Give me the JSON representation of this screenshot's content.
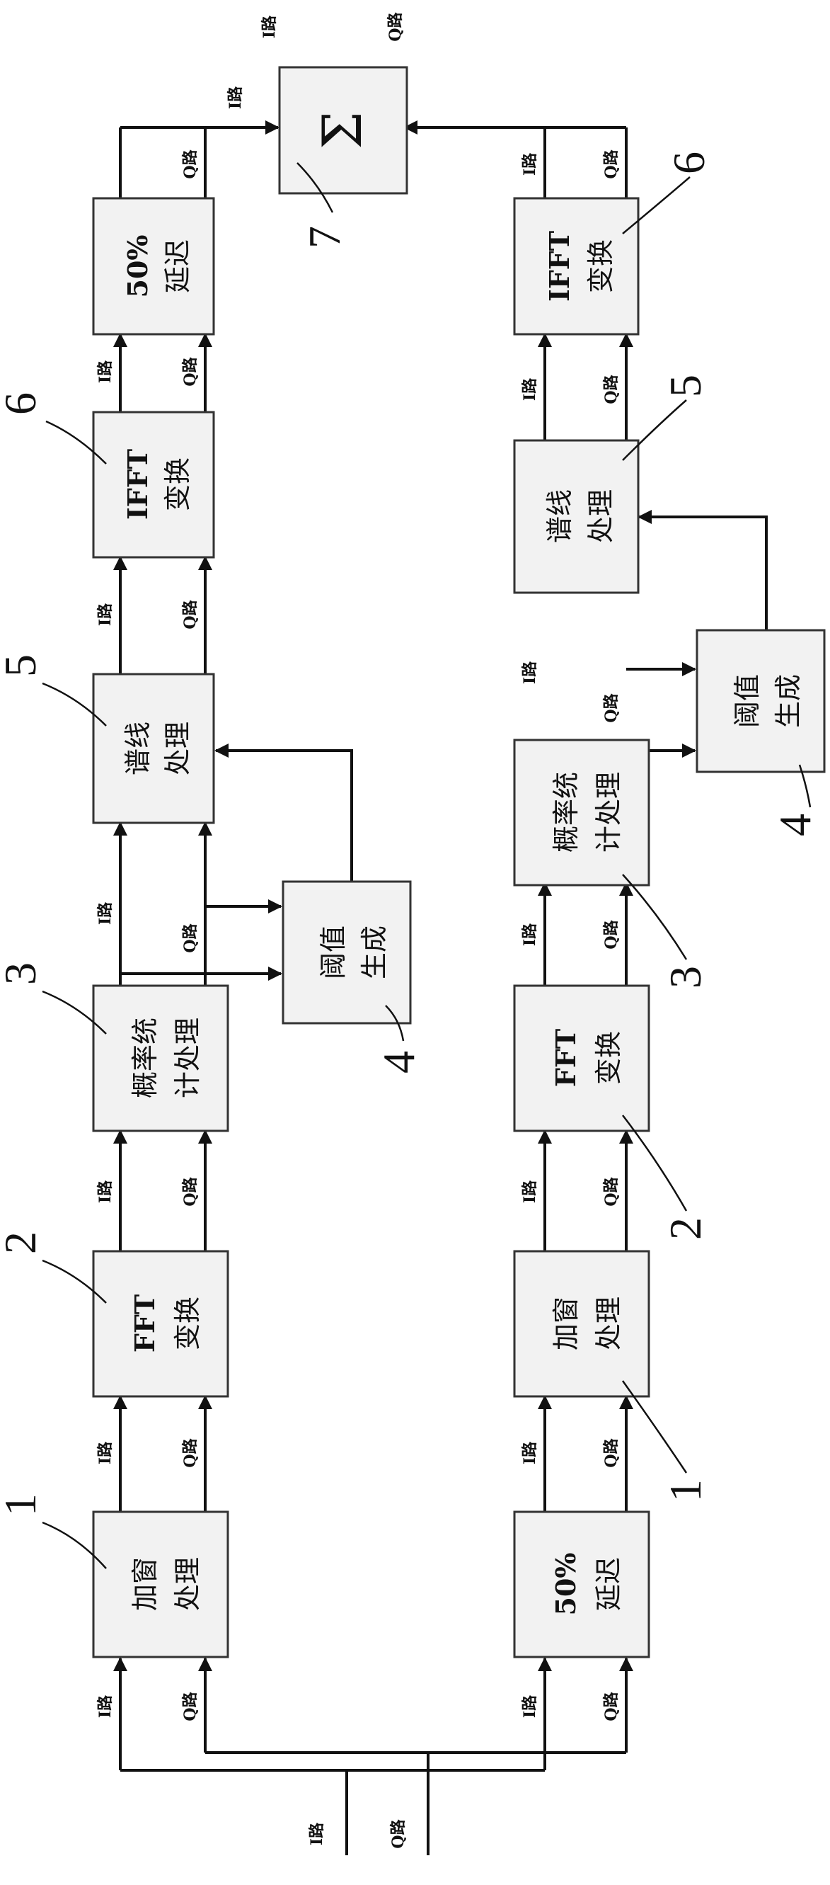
{
  "signals": {
    "i": "I路",
    "q": "Q路"
  },
  "blocks": {
    "window": [
      "加窗",
      "处理"
    ],
    "fft": [
      "FFT",
      "变换"
    ],
    "prob": [
      "概率统",
      "计处理"
    ],
    "thresh": [
      "阈值",
      "生成"
    ],
    "spectral": [
      "谱线",
      "处理"
    ],
    "ifft": [
      "IFFT",
      "变换"
    ],
    "delay": [
      "50%",
      "延迟"
    ],
    "sum": "Σ"
  },
  "numbers": {
    "window": "1",
    "fft": "2",
    "prob": "3",
    "thresh": "4",
    "spectral": "5",
    "ifft": "6",
    "sum": "7"
  }
}
